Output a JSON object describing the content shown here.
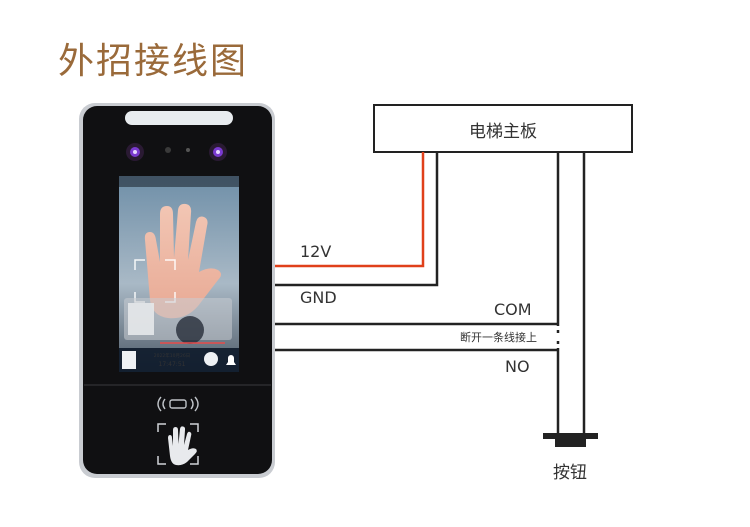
{
  "title": "外招接线图",
  "controller_label": "电梯主板",
  "wires": {
    "v12": "12V",
    "gnd": "GND",
    "com": "COM",
    "no": "NO"
  },
  "note": "断开一条线接上",
  "button_label": "按钮",
  "device": {
    "screen_date": "2022年10月26日",
    "screen_time": "17:47:51",
    "icon_hand": "hand-palm-icon",
    "icon_rfid": "rfid-wave-icon",
    "icon_bell": "bell-icon"
  },
  "colors": {
    "title": "#9a6a3a",
    "power_wire": "#e0401a",
    "wire": "#222222",
    "device_body": "#101012"
  }
}
